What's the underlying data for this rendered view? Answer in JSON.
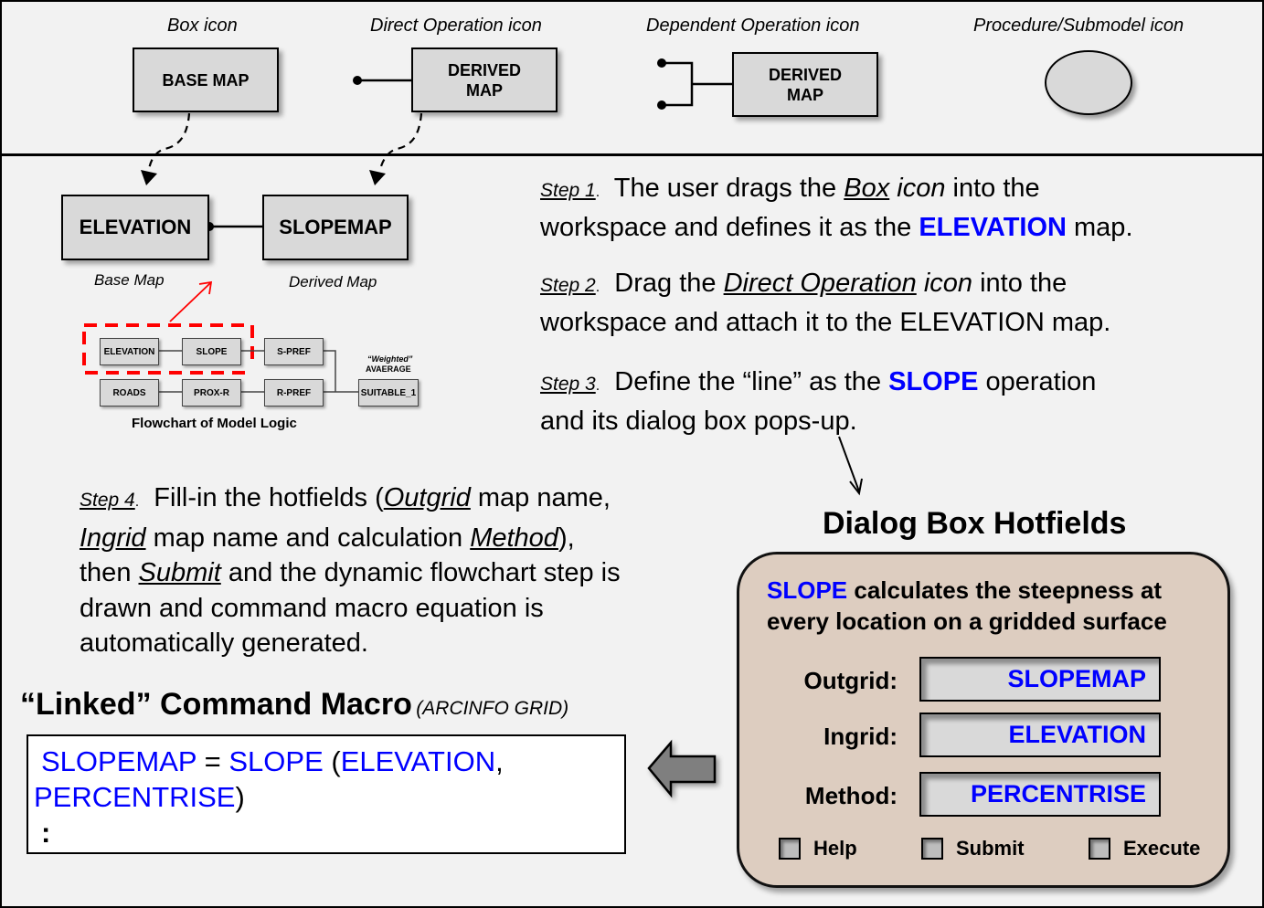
{
  "legend": {
    "box_icon": {
      "caption": "Box icon",
      "label": "BASE MAP"
    },
    "direct_op_icon": {
      "caption": "Direct Operation icon",
      "label_line1": "DERIVED",
      "label_line2": "MAP"
    },
    "dependent_op_icon": {
      "caption": "Dependent Operation icon",
      "label_line1": "DERIVED",
      "label_line2": "MAP"
    },
    "procedure_icon": {
      "caption": "Procedure/Submodel icon"
    }
  },
  "workspace": {
    "base_box": "ELEVATION",
    "derived_box": "SLOPEMAP",
    "base_caption": "Base Map",
    "derived_caption": "Derived Map"
  },
  "flowchart": {
    "caption": "Flowchart of Model Logic",
    "weighted_label": "“Weighted”",
    "average_label": "AVAERAGE",
    "row1": [
      "ELEVATION",
      "SLOPE",
      "S-PREF"
    ],
    "row2": [
      "ROADS",
      "PROX-R",
      "R-PREF"
    ],
    "output": "SUITABLE_1"
  },
  "steps": {
    "step1": {
      "tag": "Step 1",
      "t1": "The user drags the ",
      "u1": "Box",
      "t2": " ",
      "i1": "icon",
      "t3": " into the",
      "line2a": "workspace and defines it as the ",
      "hl": "ELEVATION",
      "line2b": " map."
    },
    "step2": {
      "tag": "Step 2",
      "t1": "Drag the ",
      "u1": "Direct Operation",
      "t2": " ",
      "i1": "icon",
      "t3": " into the",
      "line2": "workspace and attach it to the ELEVATION map."
    },
    "step3": {
      "tag": "Step 3",
      "t1": "Define the “line” as the ",
      "hl": "SLOPE",
      "t2": " operation",
      "line2": "and its dialog box pops-up."
    },
    "step4": {
      "tag": "Step 4",
      "t1": "Fill-in the hotfields (",
      "u1": "Outgrid",
      "t2": " map name,",
      "u2": "Ingrid",
      "t3": " map name and calculation ",
      "u3": "Method",
      "t4": "),",
      "t5": "then ",
      "u4": "Submit",
      "t6": " and the dynamic flowchart step is",
      "line4": "drawn and command macro equation is",
      "line5": "automatically generated."
    }
  },
  "dialog": {
    "heading": "Dialog Box Hotfields",
    "desc_hl": "SLOPE",
    "desc_rest": " calculates the steepness at",
    "desc_line2": "every location on a gridded surface",
    "fields": [
      {
        "label": "Outgrid:",
        "value": "SLOPEMAP"
      },
      {
        "label": "Ingrid:",
        "value": "ELEVATION"
      },
      {
        "label": "Method:",
        "value": "PERCENTRISE"
      }
    ],
    "checkboxes": [
      "Help",
      "Submit",
      "Execute"
    ]
  },
  "macro": {
    "title": "“Linked” Command Macro",
    "subtitle": "(ARCINFO GRID)",
    "out": "SLOPEMAP",
    "eq": " = ",
    "op": "SLOPE",
    "open": " (",
    "arg1": "ELEVATION",
    "comma": ",",
    "arg2": "PERCENTRISE",
    "close": ")",
    "continuation": ":"
  },
  "colors": {
    "highlight": "#0000ff",
    "dialog_bg": "#ddcdc0",
    "box_fill": "#d9d9d9",
    "red_dash": "#ff0000"
  }
}
